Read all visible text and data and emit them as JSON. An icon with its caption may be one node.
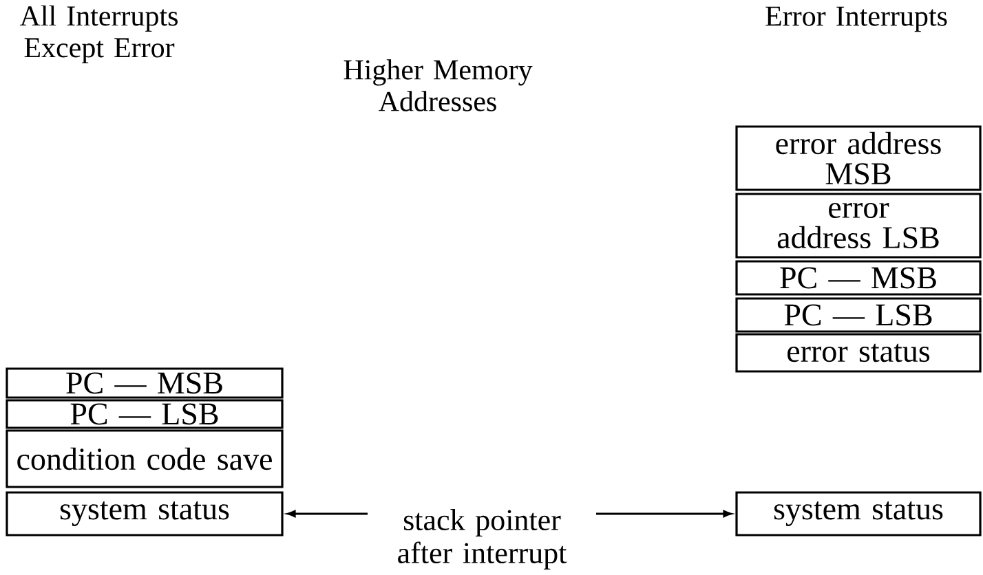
{
  "diagram": {
    "nodes": [
      {
        "text": [
          "PC — MSB"
        ]
      },
      {
        "text": [
          "PC — LSB"
        ]
      },
      {
        "text": [
          "condition code save"
        ]
      },
      {
        "text": [
          "system status"
        ]
      },
      {
        "text": [
          "stack pointer after interrupt"
        ]
      },
      {
        "text": [
          "error address MSB"
        ]
      },
      {
        "text": [
          "error address LSB"
        ]
      },
      {
        "text": [
          "PC — MSB"
        ]
      },
      {
        "text": [
          "PC — LSB"
        ]
      },
      {
        "text": [
          "error status"
        ]
      },
      {
        "text": [
          "system status"
        ]
      }
    ],
    "edges": [
      {
        "from": 4,
        "to": 3,
        "arrow": "to"
      },
      {
        "from": 4,
        "to": 10,
        "arrow": "to"
      }
    ],
    "labels": [
      "All Interrupts Except Error",
      "Higher Memory Addresses",
      "Error Interrupts"
    ]
  }
}
